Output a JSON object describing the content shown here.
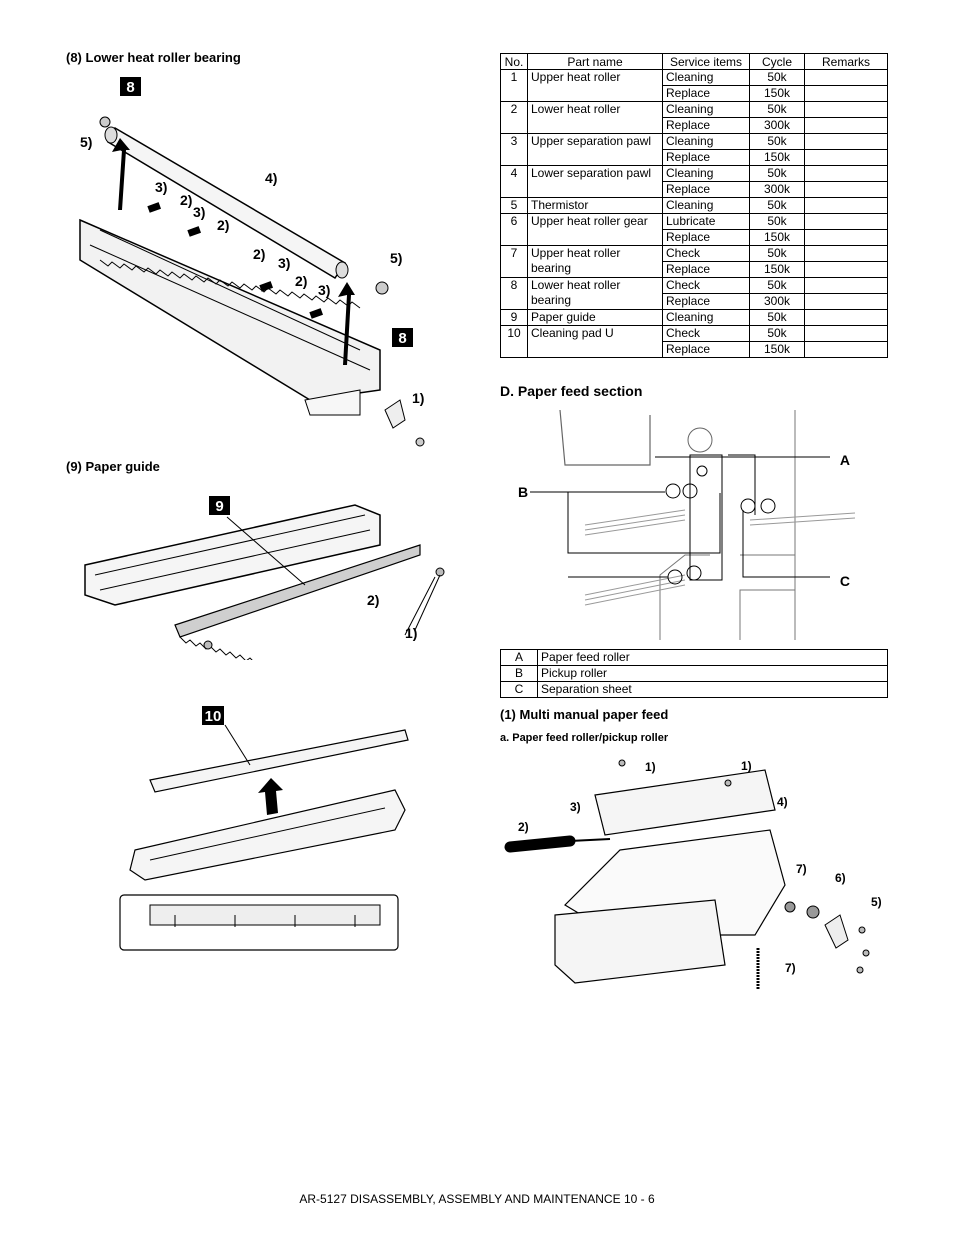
{
  "section8": {
    "heading": "(8)   Lower heat roller bearing",
    "badge": "8",
    "badge2": "8",
    "callouts": [
      "5)",
      "4)",
      "3)",
      "2)",
      "3)",
      "2)",
      "2)",
      "3)",
      "2)",
      "3)",
      "5)",
      "1)"
    ]
  },
  "section9": {
    "heading": "(9)   Paper guide",
    "badge": "9",
    "callouts": [
      "2)",
      "1)"
    ]
  },
  "section10": {
    "badge": "10"
  },
  "parts_table": {
    "headers": [
      "No.",
      "Part name",
      "Service items",
      "Cycle",
      "Remarks"
    ],
    "rows": [
      {
        "no": "1",
        "name": "Upper heat roller",
        "item": "Cleaning",
        "cycle": "50k"
      },
      {
        "no": "",
        "name": "",
        "item": "Replace",
        "cycle": "150k"
      },
      {
        "no": "2",
        "name": "Lower heat roller",
        "item": "Cleaning",
        "cycle": "50k"
      },
      {
        "no": "",
        "name": "",
        "item": "Replace",
        "cycle": "300k"
      },
      {
        "no": "3",
        "name": "Upper separation pawl",
        "item": "Cleaning",
        "cycle": "50k"
      },
      {
        "no": "",
        "name": "",
        "item": "Replace",
        "cycle": "150k"
      },
      {
        "no": "4",
        "name": "Lower separation pawl",
        "item": "Cleaning",
        "cycle": "50k"
      },
      {
        "no": "",
        "name": "",
        "item": "Replace",
        "cycle": "300k"
      },
      {
        "no": "5",
        "name": "Thermistor",
        "item": "Cleaning",
        "cycle": "50k"
      },
      {
        "no": "6",
        "name": "Upper heat roller gear",
        "item": "Lubricate",
        "cycle": "50k"
      },
      {
        "no": "",
        "name": "",
        "item": "Replace",
        "cycle": "150k"
      },
      {
        "no": "7",
        "name": "Upper heat roller",
        "item": "Check",
        "cycle": "50k"
      },
      {
        "no": "",
        "name": "bearing",
        "item": "Replace",
        "cycle": "150k"
      },
      {
        "no": "8",
        "name": "Lower heat roller",
        "item": "Check",
        "cycle": "50k"
      },
      {
        "no": "",
        "name": "bearing",
        "item": "Replace",
        "cycle": "300k"
      },
      {
        "no": "9",
        "name": "Paper guide",
        "item": "Cleaning",
        "cycle": "50k"
      },
      {
        "no": "10",
        "name": "Cleaning pad U",
        "item": "Check",
        "cycle": "50k"
      },
      {
        "no": "",
        "name": "",
        "item": "Replace",
        "cycle": "150k"
      }
    ]
  },
  "sectionD": {
    "heading": "D.  Paper feed section",
    "labels": [
      "A",
      "B",
      "C"
    ]
  },
  "legend": [
    {
      "key": "A",
      "value": "Paper feed roller"
    },
    {
      "key": "B",
      "value": "Pickup roller"
    },
    {
      "key": "C",
      "value": "Separation sheet"
    }
  ],
  "sub1": {
    "heading": "(1)   Multi manual paper feed"
  },
  "subA": {
    "heading": "a.   Paper feed roller/pickup roller",
    "callouts": [
      "1)",
      "1)",
      "3)",
      "4)",
      "2)",
      "7)",
      "6)",
      "5)",
      "7)"
    ]
  },
  "footer": "AR-5127 DISASSEMBLY, ASSEMBLY AND MAINTENANCE 10 - 6"
}
